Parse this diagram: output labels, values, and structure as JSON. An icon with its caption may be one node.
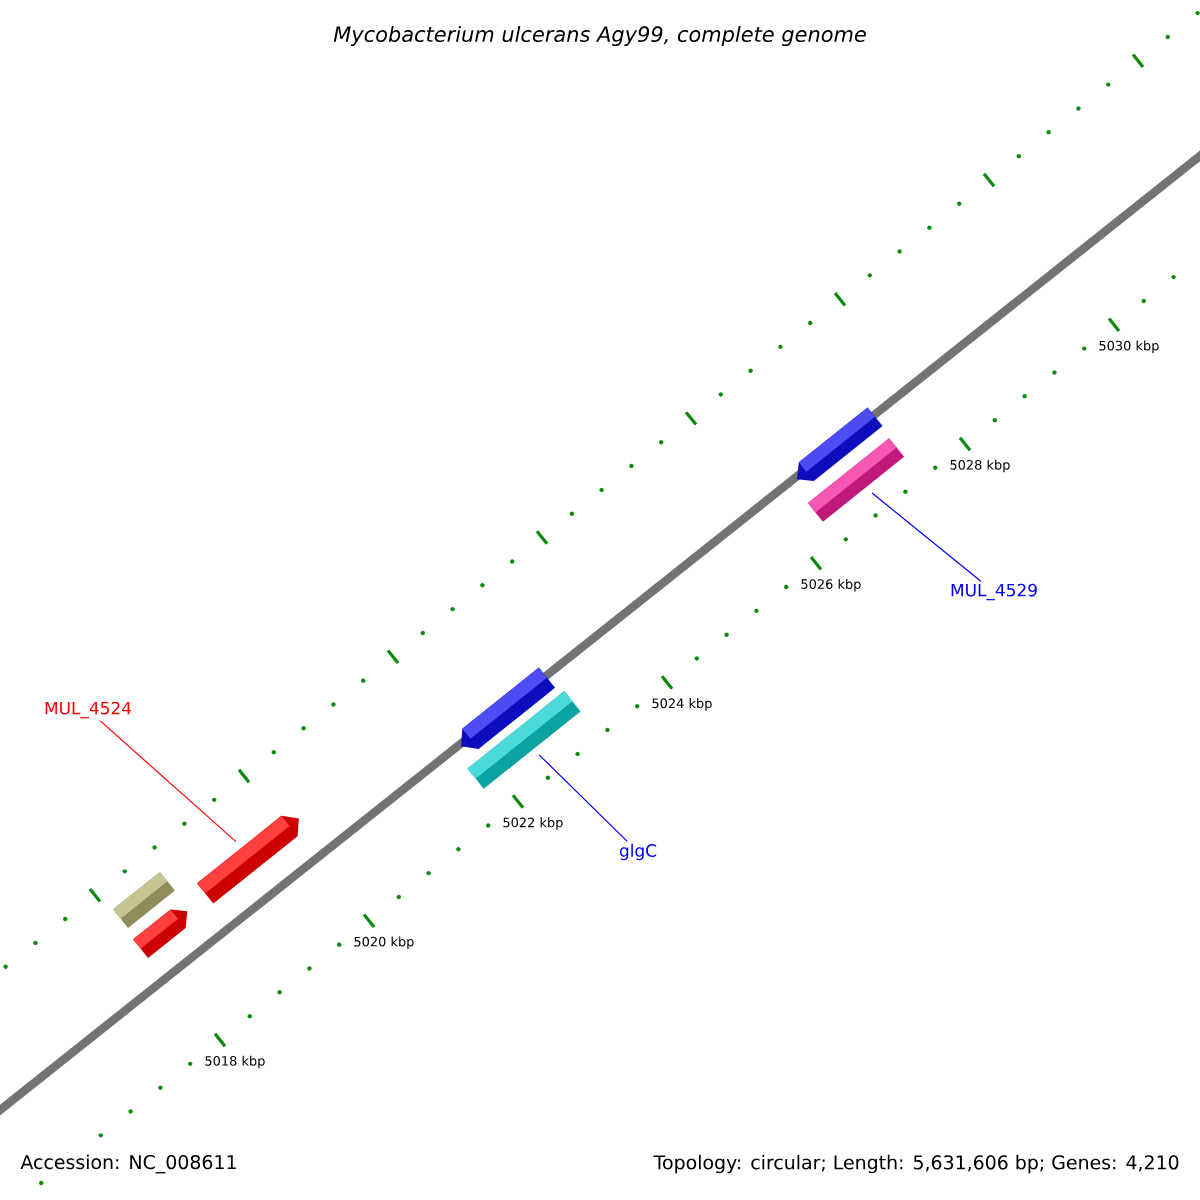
{
  "diagram": {
    "title": "Mycobacterium ulcerans Agy99, complete genome",
    "nodes": [
      {
        "text": [],
        "shape": "bar"
      },
      {
        "text": [],
        "shape": "bar"
      },
      {
        "text": [],
        "shape": "bar"
      },
      {
        "text": [],
        "shape": "bar"
      },
      {
        "text": [],
        "shape": "bar"
      },
      {
        "text": [],
        "shape": "bar"
      },
      {
        "text": [],
        "shape": "bar"
      },
      {
        "text": [
          "MUL_4524"
        ]
      },
      {
        "text": [
          "glgC"
        ]
      },
      {
        "text": [
          "MUL_4529"
        ]
      }
    ],
    "edges": [
      {
        "from": 7,
        "to": 2,
        "arrow": "none",
        "color": "#ff0000"
      },
      {
        "from": 8,
        "to": 4,
        "arrow": "none",
        "color": "#0000ff"
      },
      {
        "from": 9,
        "to": 6,
        "arrow": "none",
        "color": "#0000ff"
      }
    ],
    "labels": [
      "5030 kbp",
      "5028 kbp",
      "5026 kbp",
      "5024 kbp",
      "5022 kbp",
      "5020 kbp",
      "5018 kbp",
      "Accession: NC_008611",
      "Topology: circular; Length: 5,631,606 bp; Genes: 4,210"
    ]
  }
}
